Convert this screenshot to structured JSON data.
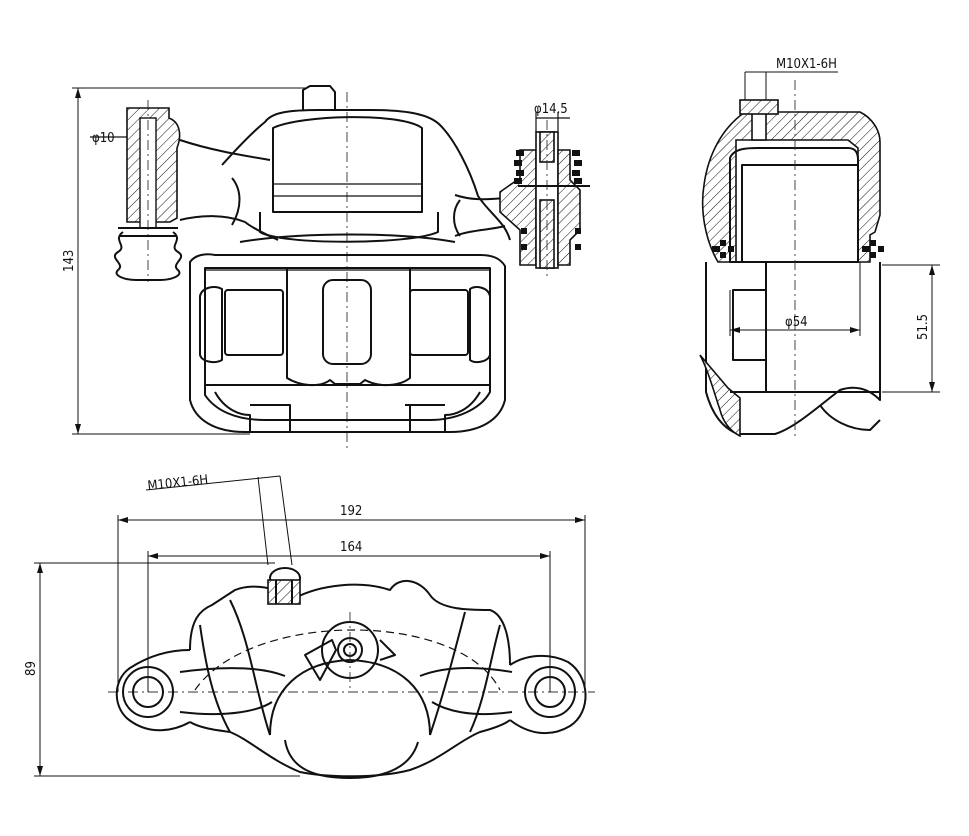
{
  "labels": {
    "thread_top": "M10X1-6H",
    "thread_bottom": "M10X1-6H",
    "dia_pin_left": "φ10",
    "dia_pin_right": "φ14.5",
    "dia_piston": "φ54",
    "height_front": "143",
    "height_side": "51.5",
    "width_overall": "192",
    "width_mount": "164",
    "height_top_view": "89"
  }
}
